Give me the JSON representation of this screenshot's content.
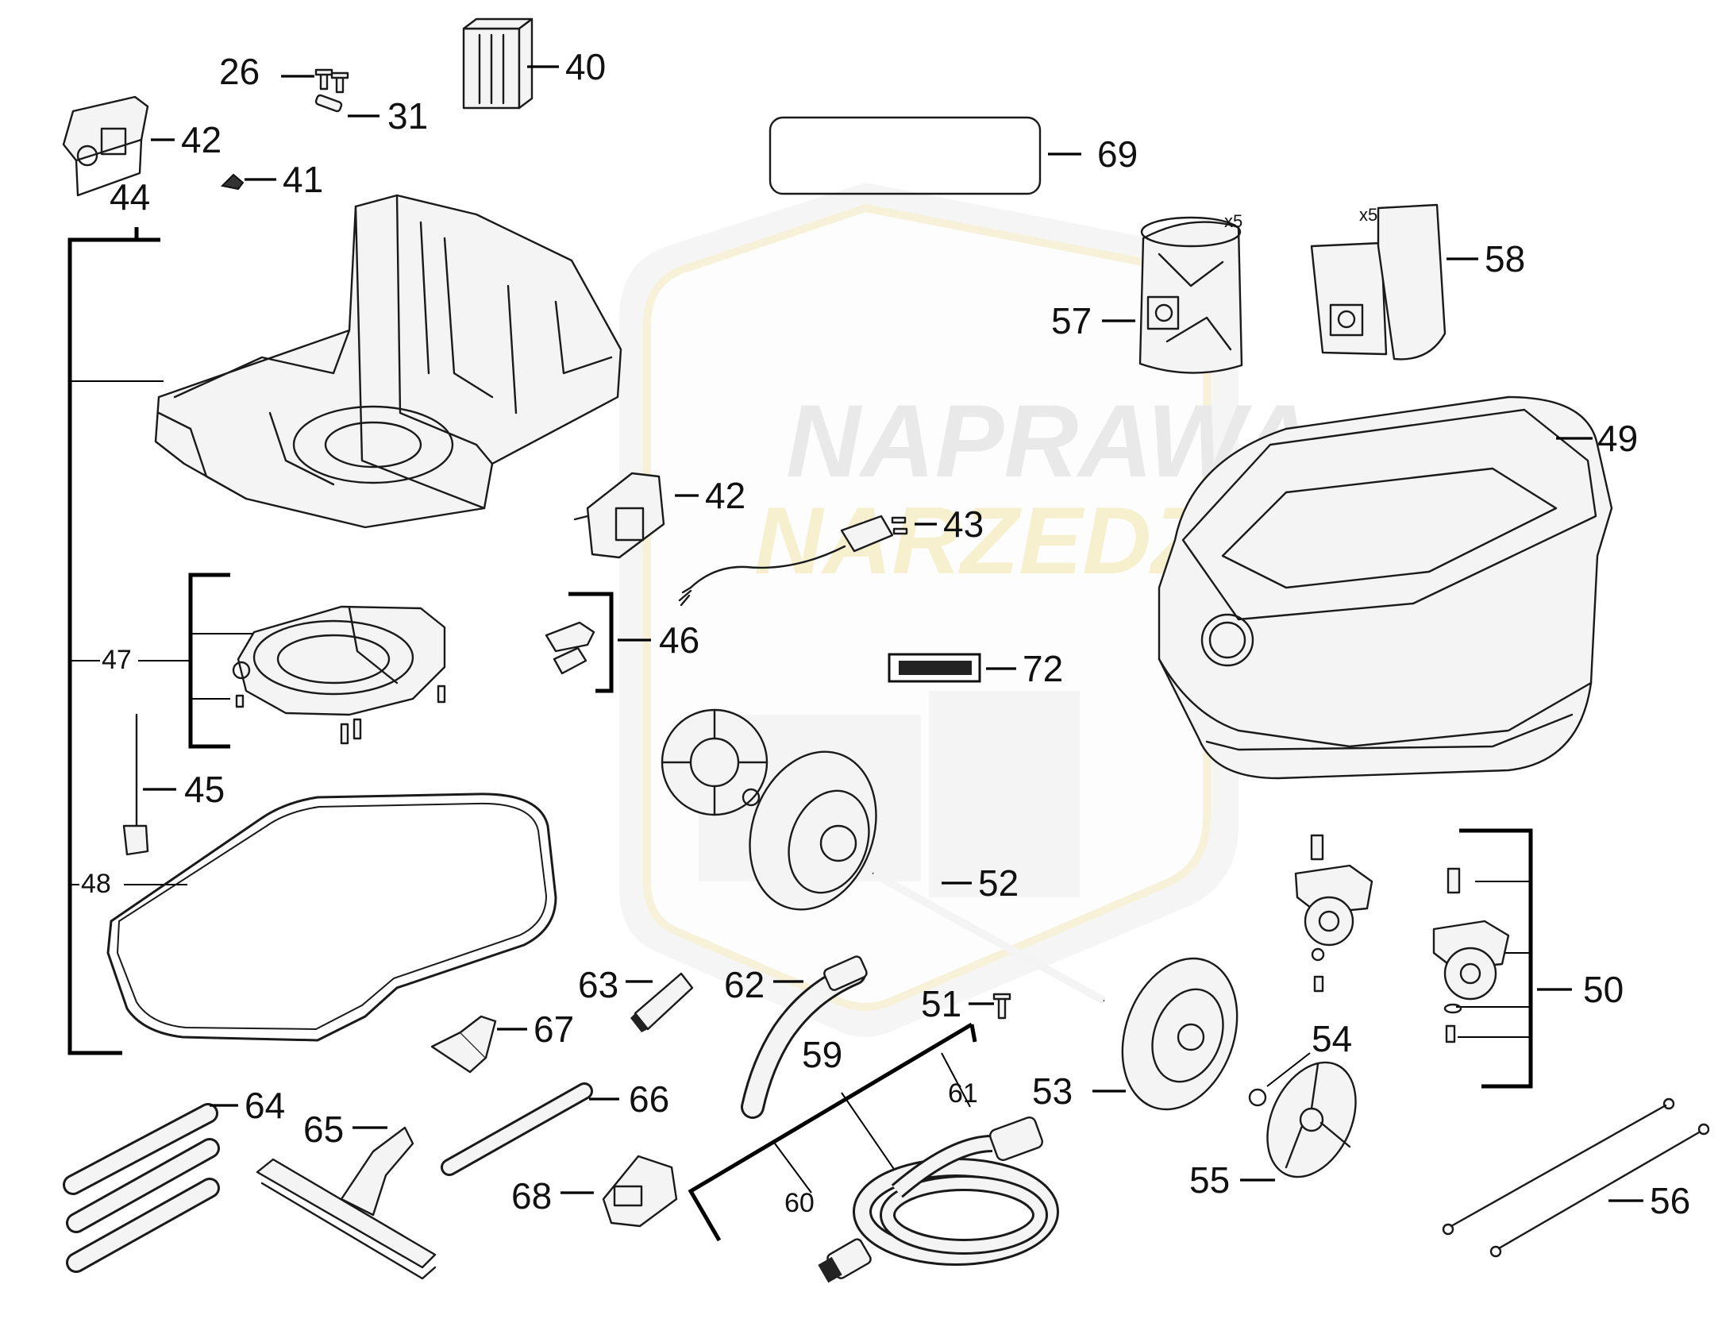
{
  "watermark": {
    "line1": "NAPRAWA",
    "line2": "NARZEDZI"
  },
  "callouts": [
    {
      "id": "26",
      "label": "26"
    },
    {
      "id": "31",
      "label": "31"
    },
    {
      "id": "40",
      "label": "40"
    },
    {
      "id": "41",
      "label": "41"
    },
    {
      "id": "42a",
      "label": "42"
    },
    {
      "id": "42b",
      "label": "42"
    },
    {
      "id": "43",
      "label": "43"
    },
    {
      "id": "44",
      "label": "44"
    },
    {
      "id": "45",
      "label": "45"
    },
    {
      "id": "46",
      "label": "46"
    },
    {
      "id": "47",
      "label": "47"
    },
    {
      "id": "48",
      "label": "48"
    },
    {
      "id": "49",
      "label": "49"
    },
    {
      "id": "50",
      "label": "50"
    },
    {
      "id": "51",
      "label": "51"
    },
    {
      "id": "52",
      "label": "52"
    },
    {
      "id": "53",
      "label": "53"
    },
    {
      "id": "54",
      "label": "54"
    },
    {
      "id": "55",
      "label": "55"
    },
    {
      "id": "56",
      "label": "56"
    },
    {
      "id": "57",
      "label": "57"
    },
    {
      "id": "58",
      "label": "58"
    },
    {
      "id": "59",
      "label": "59"
    },
    {
      "id": "60",
      "label": "60"
    },
    {
      "id": "61",
      "label": "61"
    },
    {
      "id": "62",
      "label": "62"
    },
    {
      "id": "63",
      "label": "63"
    },
    {
      "id": "64",
      "label": "64"
    },
    {
      "id": "65",
      "label": "65"
    },
    {
      "id": "66",
      "label": "66"
    },
    {
      "id": "67",
      "label": "67"
    },
    {
      "id": "68",
      "label": "68"
    },
    {
      "id": "69",
      "label": "69"
    },
    {
      "id": "72",
      "label": "72"
    }
  ],
  "quantity_marks": {
    "bags_57": "x5",
    "bags_58": "x5"
  }
}
